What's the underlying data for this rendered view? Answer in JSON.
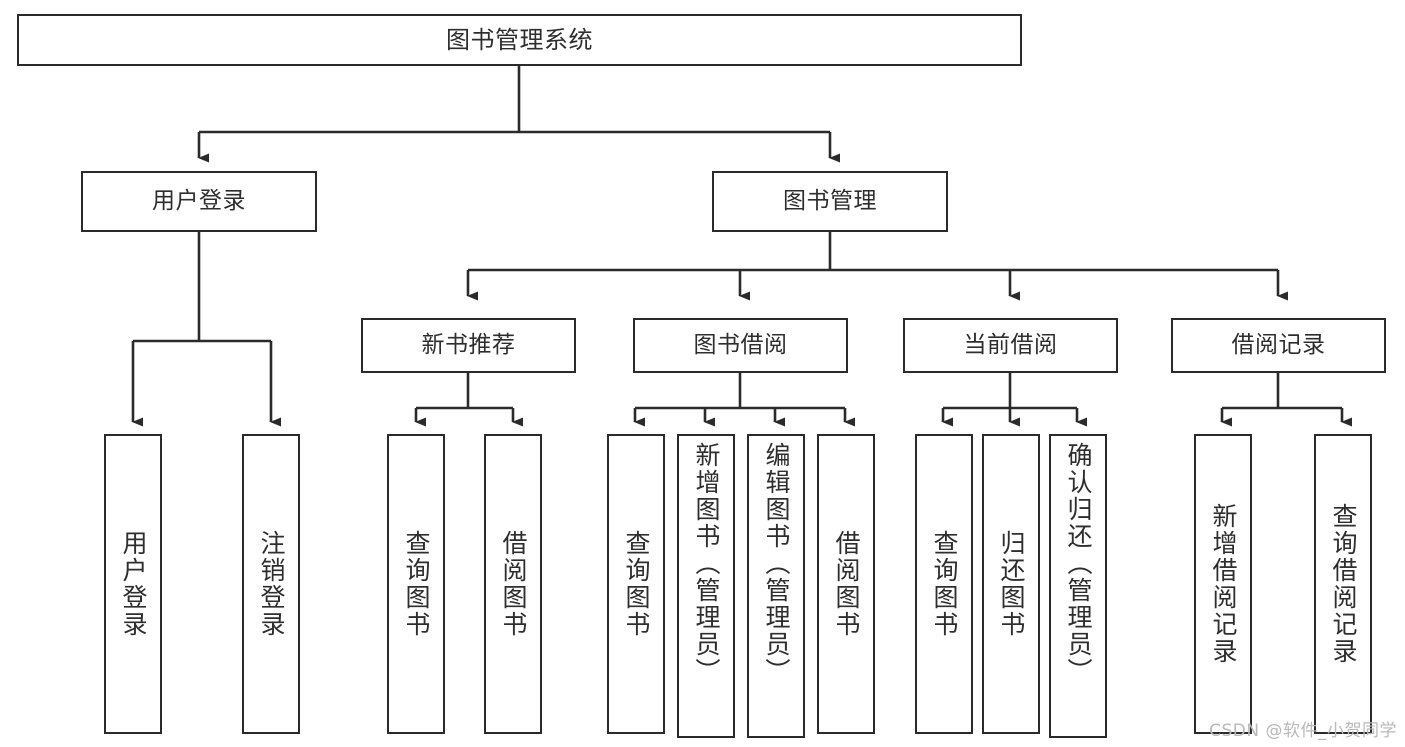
{
  "diagram": {
    "title": "图书管理系统",
    "root": {
      "label": "图书管理系统"
    },
    "level2": [
      {
        "label": "用户登录"
      },
      {
        "label": "图书管理"
      }
    ],
    "level3": [
      {
        "label": "新书推荐"
      },
      {
        "label": "图书借阅"
      },
      {
        "label": "当前借阅"
      },
      {
        "label": "借阅记录"
      }
    ],
    "leaves": {
      "user_login": [
        {
          "label": "用户登录"
        },
        {
          "label": "注销登录"
        }
      ],
      "new_book_recommend": [
        {
          "label": "查询图书"
        },
        {
          "label": "借阅图书"
        }
      ],
      "book_borrow": [
        {
          "label": "查询图书"
        },
        {
          "label": "新增图书（管理员）"
        },
        {
          "label": "编辑图书（管理员）"
        },
        {
          "label": "借阅图书"
        }
      ],
      "current_borrow": [
        {
          "label": "查询图书"
        },
        {
          "label": "归还图书"
        },
        {
          "label": "确认归还（管理员）"
        }
      ],
      "borrow_record": [
        {
          "label": "新增借阅记录"
        },
        {
          "label": "查询借阅记录"
        }
      ]
    }
  },
  "watermark": {
    "text": "CSDN @软件_小贺同学"
  },
  "colors": {
    "border": "#2b2b2b",
    "text": "#2e2e2e",
    "background": "#ffffff",
    "watermark": "#b9b9b9"
  }
}
